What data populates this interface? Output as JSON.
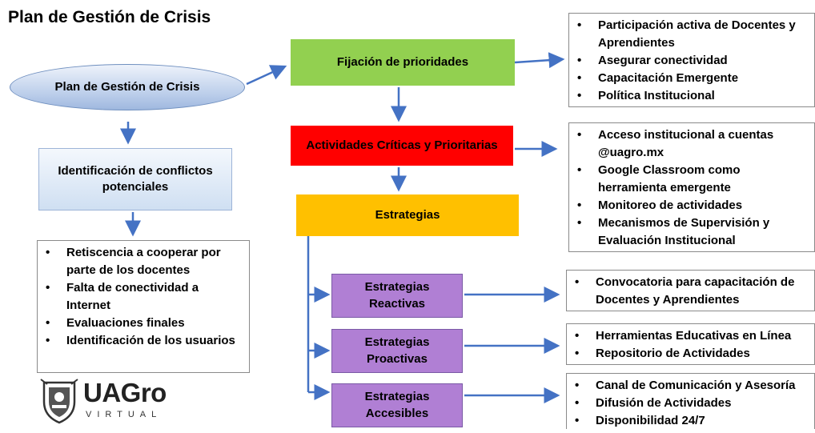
{
  "title": "Plan de Gestión de Crisis",
  "nodes": {
    "ellipse_label": "Plan de Gestión de Crisis",
    "ident_label": "Identificación de conflictos potenciales",
    "priorities_label": "Fijación de prioridades",
    "critical_label": "Actividades Críticas y Prioritarias",
    "strategies_label": "Estrategias",
    "reactive_label": "Estrategias Reactivas",
    "proactive_label": "Estrategias Proactivas",
    "accessible_label": "Estrategias Accesibles"
  },
  "lists": {
    "conflicts": [
      "Retiscencia a cooperar por parte de los docentes",
      "Falta de conectividad a Internet",
      "Evaluaciones finales",
      "Identificación de los usuarios"
    ],
    "priorities": [
      "Participación activa de Docentes y Aprendientes",
      "Asegurar conectividad",
      "Capacitación Emergente",
      "Política Institucional"
    ],
    "critical": [
      "Acceso institucional a cuentas @uagro.mx",
      "Google Classroom como herramienta emergente",
      "Monitoreo de actividades",
      "Mecanismos de Supervisión y Evaluación Institucional"
    ],
    "reactive": [
      "Convocatoria para capacitación de Docentes y Aprendientes"
    ],
    "proactive": [
      "Herramientas Educativas en Línea",
      "Repositorio de Actividades"
    ],
    "accessible": [
      "Canal de Comunicación y Asesoría",
      "Difusión de Actividades",
      "Disponibilidad 24/7"
    ]
  },
  "logo": {
    "word": "UAGro",
    "sub": "VIRTUAL"
  },
  "colors": {
    "connector": "#4472c4",
    "green": "#92d050",
    "red": "#ff0000",
    "orange": "#ffc000",
    "purple": "#b07fd4"
  }
}
